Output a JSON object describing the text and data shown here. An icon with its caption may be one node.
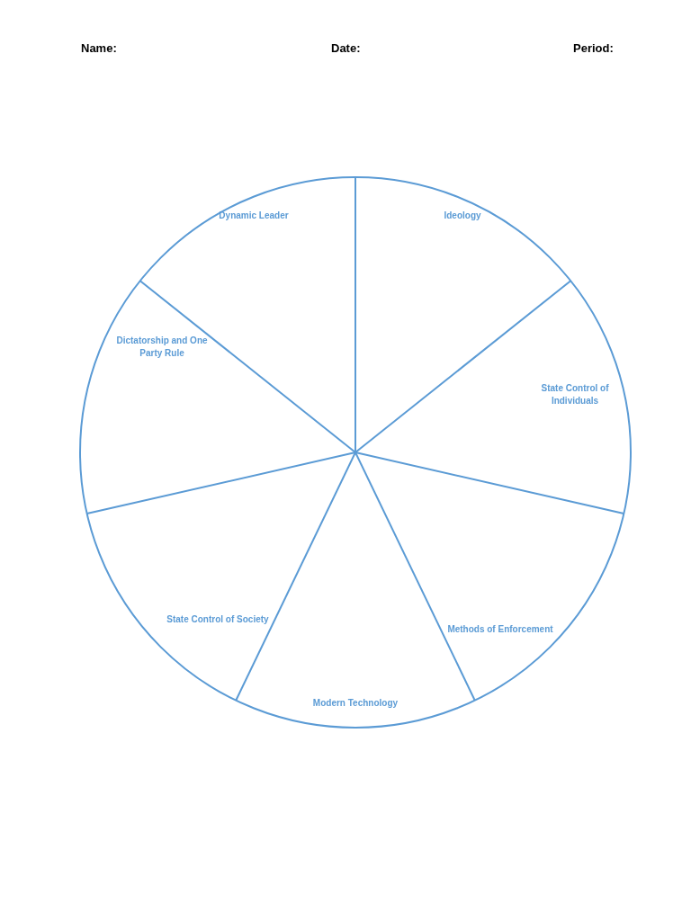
{
  "diagram": {
    "nodes": [
      {
        "text": [
          "Dynamic Leader"
        ]
      },
      {
        "text": [
          "Ideology"
        ]
      },
      {
        "text": [
          "Dictatorship and One Party Rule"
        ]
      },
      {
        "text": [
          "State Control of Individuals"
        ]
      },
      {
        "text": [
          "State Control of Society"
        ]
      },
      {
        "text": [
          "Methods of Enforcement"
        ]
      },
      {
        "text": [
          "Modern Technology"
        ]
      }
    ],
    "labels": [
      "Name:",
      "Date:",
      "Period:"
    ]
  }
}
